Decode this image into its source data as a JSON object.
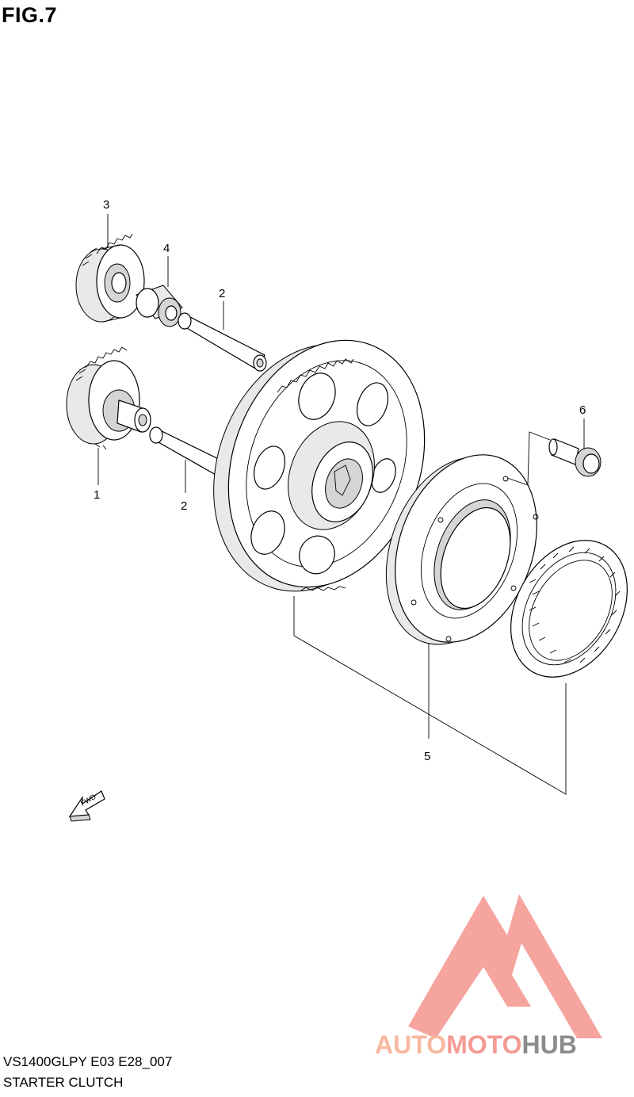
{
  "figure_label": "FIG.7",
  "callouts": {
    "part1": "1",
    "part2a": "2",
    "part2b": "2",
    "part3": "3",
    "part4": "4",
    "part5": "5",
    "part6": "6"
  },
  "fwd_label": "FWD",
  "footer": {
    "model_code": "VS1400GLPY E03 E28_007",
    "assembly_name": "STARTER CLUTCH"
  },
  "watermark": {
    "part_a": "AUTO",
    "part_b": "MOTO",
    "part_c": "HUB",
    "colors": {
      "auto": "#f7b9a0",
      "moto": "#f49a94",
      "hub": "#8b8b8b",
      "mark": "#f49a94"
    }
  }
}
